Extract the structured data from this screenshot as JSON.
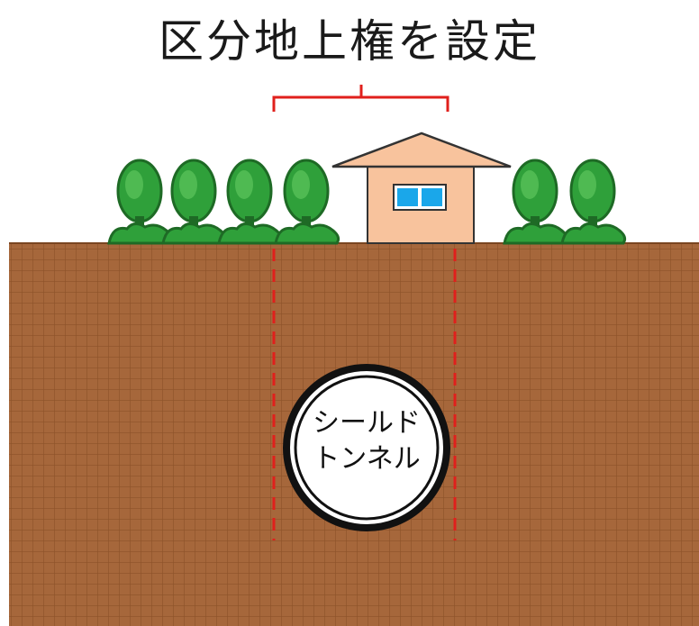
{
  "title": "区分地上権を設定",
  "tunnel": {
    "label_line1": "シールド",
    "label_line2": "トンネル"
  },
  "colors": {
    "ground": "#a6673b",
    "ground_grid": "#8a4e24",
    "boundary_line": "#e0201c",
    "house_wall": "#f8c39d",
    "house_window": "#1aa7ea",
    "tree_light": "#2fa03a",
    "tree_dark": "#1e6a25",
    "tunnel_ring": "#111111"
  },
  "icons": [
    "tree-icon",
    "house-icon",
    "window-icon"
  ]
}
